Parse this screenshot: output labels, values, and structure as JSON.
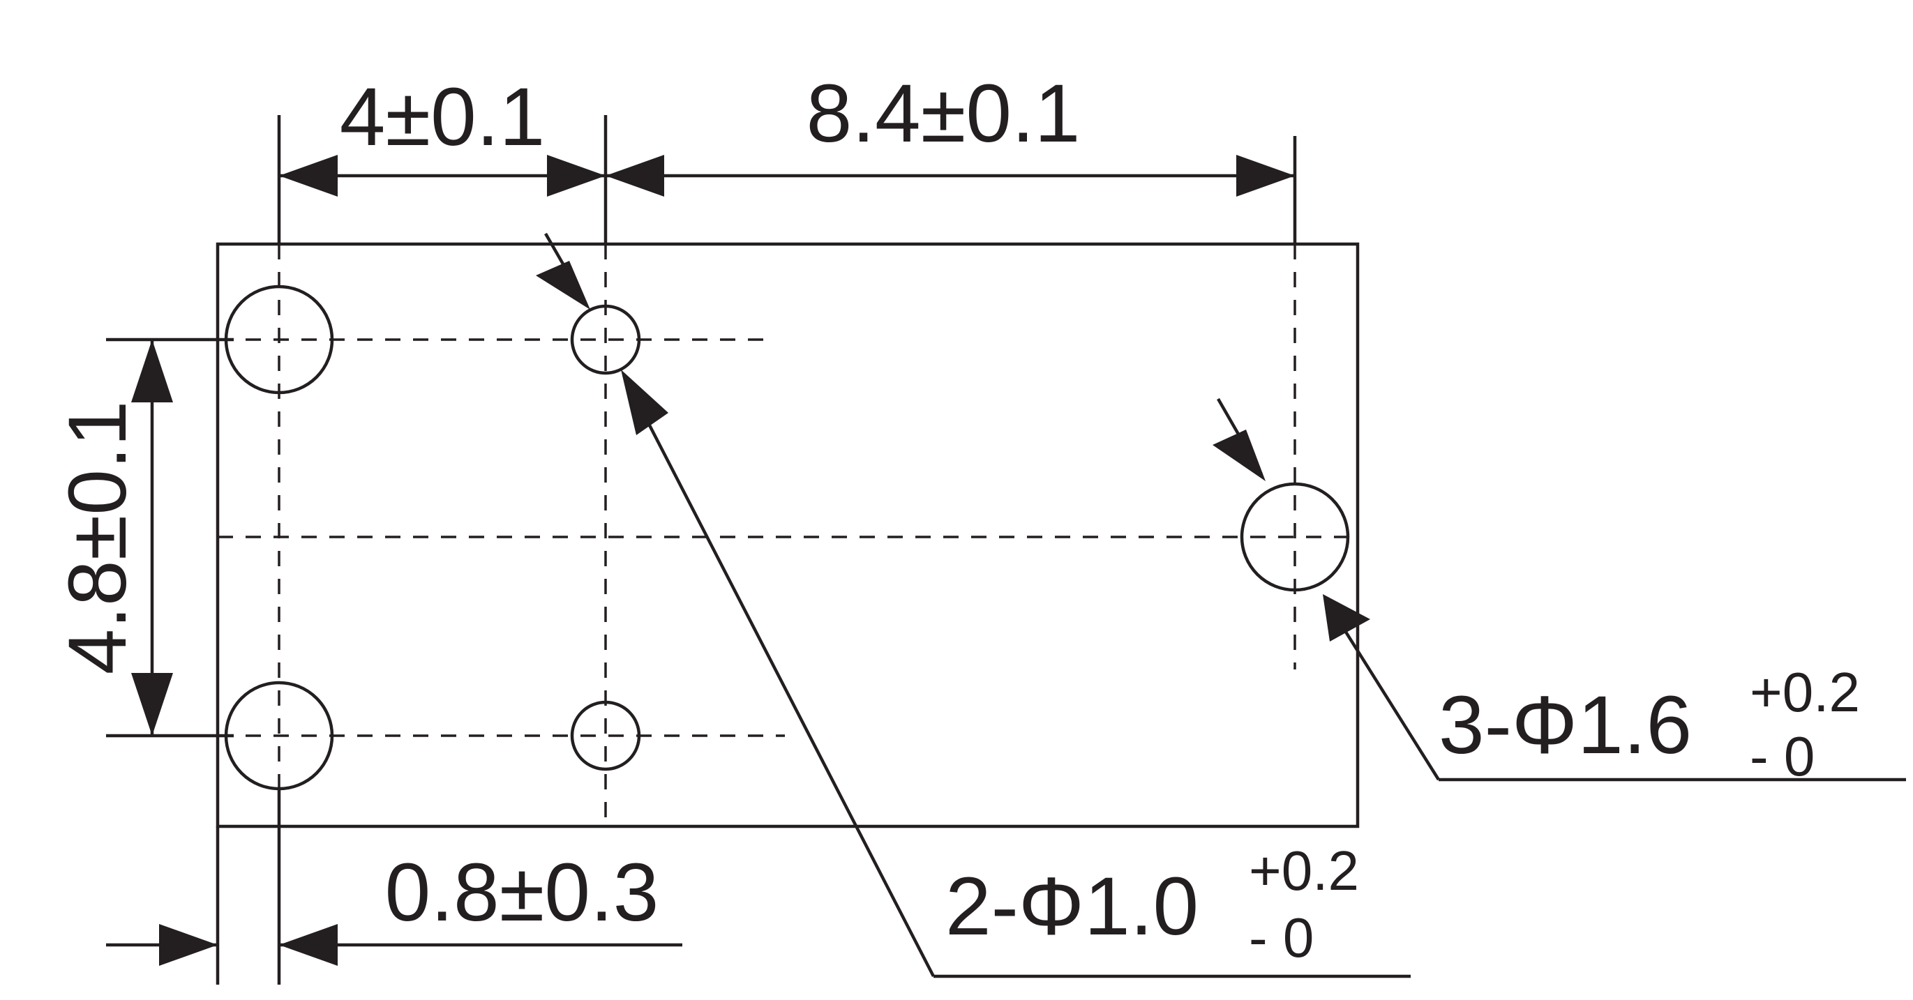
{
  "dimensions": {
    "pitch_left": "4±0.1",
    "pitch_right": "8.4±0.1",
    "pitch_vertical": "4.8±0.1",
    "offset_bottom": "0.8±0.3"
  },
  "callouts": {
    "small_holes": {
      "label": "2-Φ1.0",
      "tol_upper": "+0.2",
      "tol_lower": "- 0"
    },
    "large_holes": {
      "label": "3-Φ1.6",
      "tol_upper": "+0.2",
      "tol_lower": "- 0"
    }
  },
  "colors": {
    "ink": "#231f20",
    "background": "#ffffff"
  }
}
